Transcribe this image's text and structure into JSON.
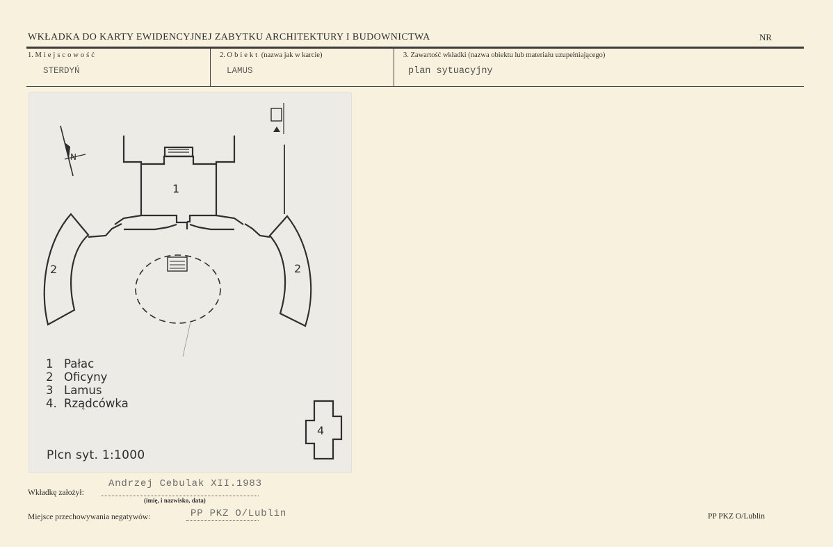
{
  "header": {
    "title": "WKŁADKA DO KARTY EWIDENCYJNEJ ZABYTKU ARCHITEKTURY I BUDOWNICTWA",
    "nr_label": "NR"
  },
  "fields": {
    "locality": {
      "number": "1.",
      "label": "Miejscowość",
      "value": "STERDYŃ"
    },
    "object": {
      "number": "2.",
      "label": "Obiekt",
      "label_note": "(nazwa jak w karcie)",
      "value": "LAMUS"
    },
    "content": {
      "number": "3.",
      "label": "Zawartość wkładki (nazwa obiektu lub materiału uzupełniającego)",
      "value": "plan sytuacyjny"
    }
  },
  "plan": {
    "north_label": "N",
    "building_labels": [
      "1",
      "2",
      "2",
      "4"
    ],
    "legend": [
      {
        "num": "1",
        "text": "Pałac"
      },
      {
        "num": "2",
        "text": "Oficyny"
      },
      {
        "num": "3",
        "text": "Lamus"
      },
      {
        "num": "4.",
        "text": "Rządcówka"
      }
    ],
    "scale_text": "Plcn syt. 1:1000"
  },
  "footer": {
    "founder_label": "Wkładkę założył:",
    "founder_value": "Andrzej Cebulak  XII.1983",
    "founder_caption": "(imię, i nazwisko, data)",
    "negatives_label": "Miejsce przechowywania negatywów:",
    "negatives_value": "PP PKZ O/Lublin",
    "right_text": "PP PKZ O/Lublin"
  }
}
